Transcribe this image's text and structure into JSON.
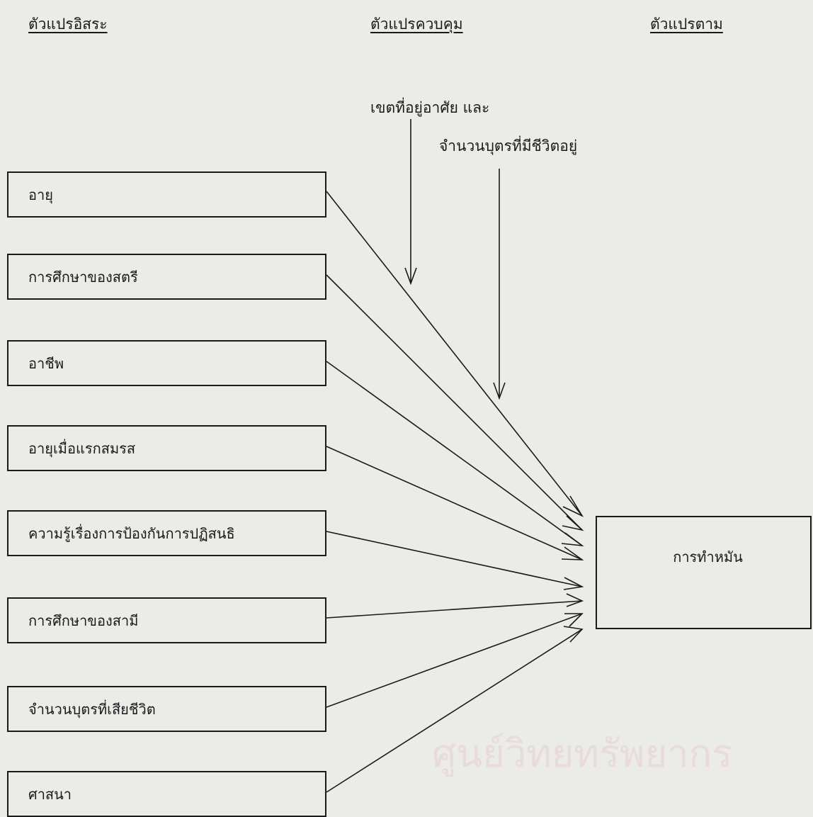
{
  "headings": {
    "independent": "ตัวแปรอิสระ",
    "control": "ตัวแปรควบคุม",
    "dependent": "ตัวแปรตาม"
  },
  "control_variables": {
    "line1": "เขตที่อยู่อาศัย และ",
    "line2": "จำนวนบุตรที่มีชีวิตอยู่"
  },
  "independent_variables": [
    "อายุ",
    "การศึกษาของสตรี",
    "อาชีพ",
    "อายุเมื่อแรกสมรส",
    "ความรู้เรื่องการป้องกันการปฏิสนธิ",
    "การศึกษาของสามี",
    "จำนวนบุตรที่เสียชีวิต",
    "ศาสนา"
  ],
  "dependent_variable": "การทำหมัน",
  "watermark": "ศูนย์วิทยทรัพยากร",
  "colors": {
    "ink": "#1a1a1a",
    "paper": "#ebebe8"
  }
}
